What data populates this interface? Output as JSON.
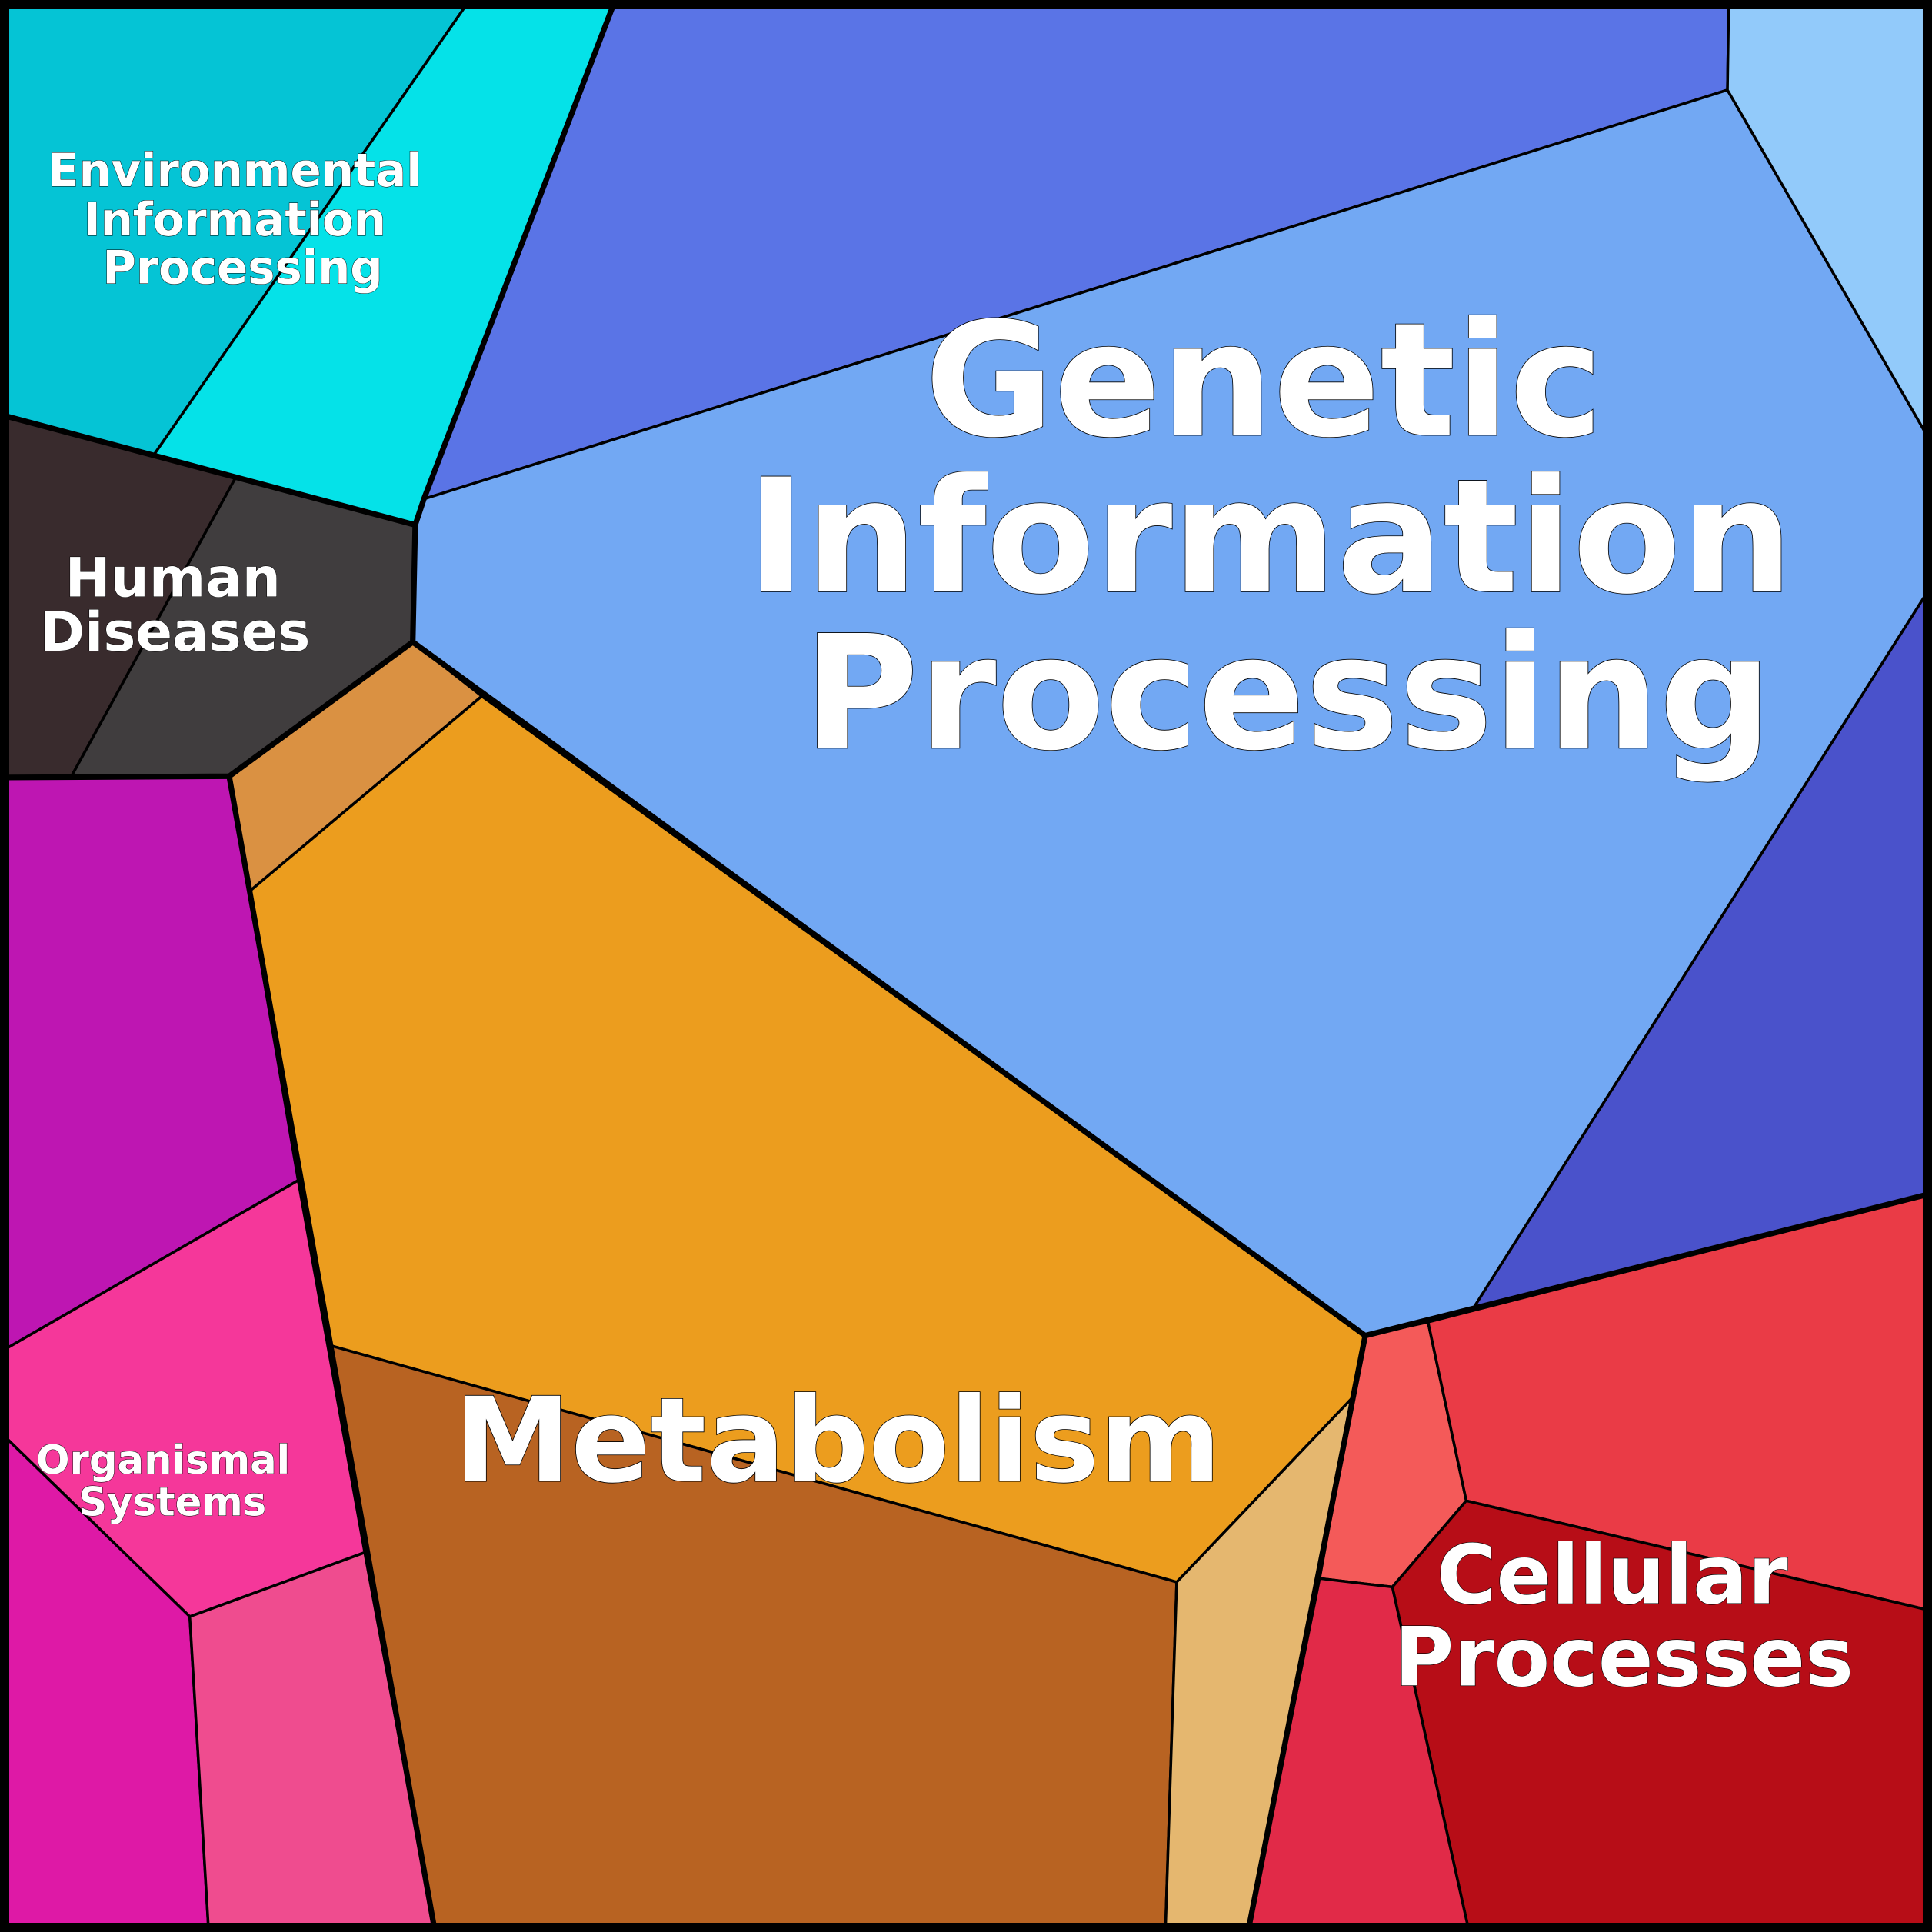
{
  "diagram": {
    "type": "voronoi-treemap",
    "categories": [
      {
        "id": "environmental",
        "label_lines": [
          "Environmental",
          "Information",
          "Processing"
        ],
        "colors": [
          "#05C4D5",
          "#05E2E8"
        ]
      },
      {
        "id": "human",
        "label_lines": [
          "Human",
          "Diseases"
        ],
        "colors": [
          "#392B2D",
          "#403D3E"
        ]
      },
      {
        "id": "genetic",
        "label_lines": [
          "Genetic",
          "Information",
          "Processing"
        ],
        "colors": [
          "#5A74E6",
          "#72A8F3",
          "#92CAFA",
          "#4A52CB"
        ]
      },
      {
        "id": "metabolism",
        "label_lines": [
          "Metabolism"
        ],
        "colors": [
          "#DA9142",
          "#EC9D1E",
          "#B86322",
          "#E5B76F"
        ]
      },
      {
        "id": "cellular",
        "label_lines": [
          "Cellular",
          "Processes"
        ],
        "colors": [
          "#F45A59",
          "#EA3B46",
          "#B70D17",
          "#E12A48"
        ]
      },
      {
        "id": "organismal",
        "label_lines": [
          "Organismal",
          "Systems"
        ],
        "colors": [
          "#BE16B2",
          "#F5379A",
          "#DE19A6",
          "#EF4C8F"
        ]
      }
    ]
  }
}
